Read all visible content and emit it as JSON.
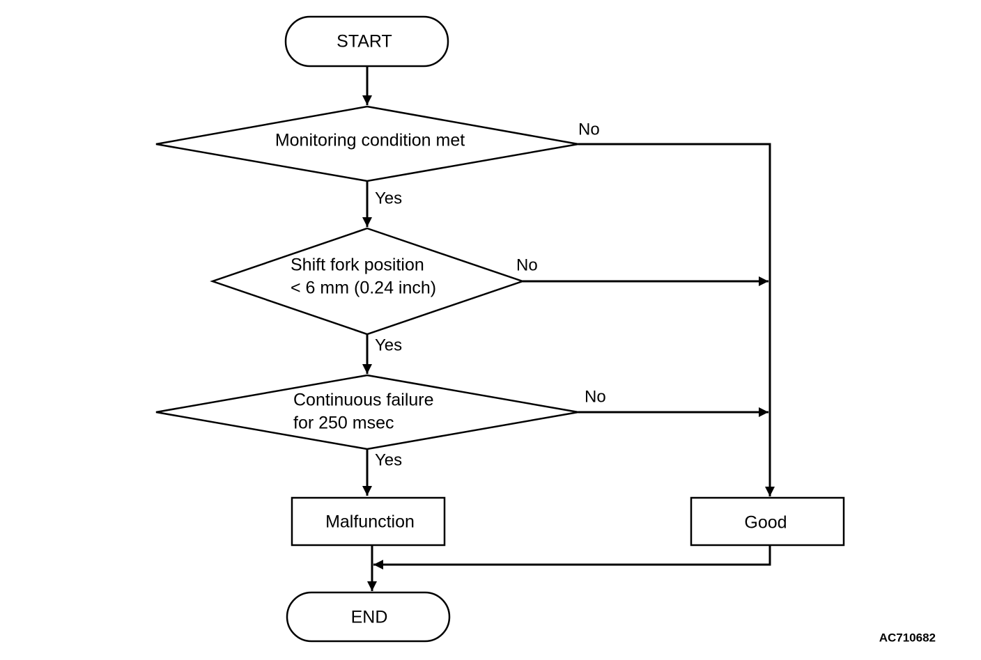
{
  "nodes": {
    "start": "START",
    "decision1": "Monitoring condition met",
    "decision2_line1": "Shift fork position",
    "decision2_line2": "< 6 mm (0.24 inch)",
    "decision3_line1": "Continuous failure",
    "decision3_line2": "for 250 msec",
    "malfunction": "Malfunction",
    "good": "Good",
    "end": "END"
  },
  "branches": {
    "d1_no": "No",
    "d1_yes": "Yes",
    "d2_no": "No",
    "d2_yes": "Yes",
    "d3_no": "No",
    "d3_yes": "Yes"
  },
  "figure_code": "AC710682"
}
